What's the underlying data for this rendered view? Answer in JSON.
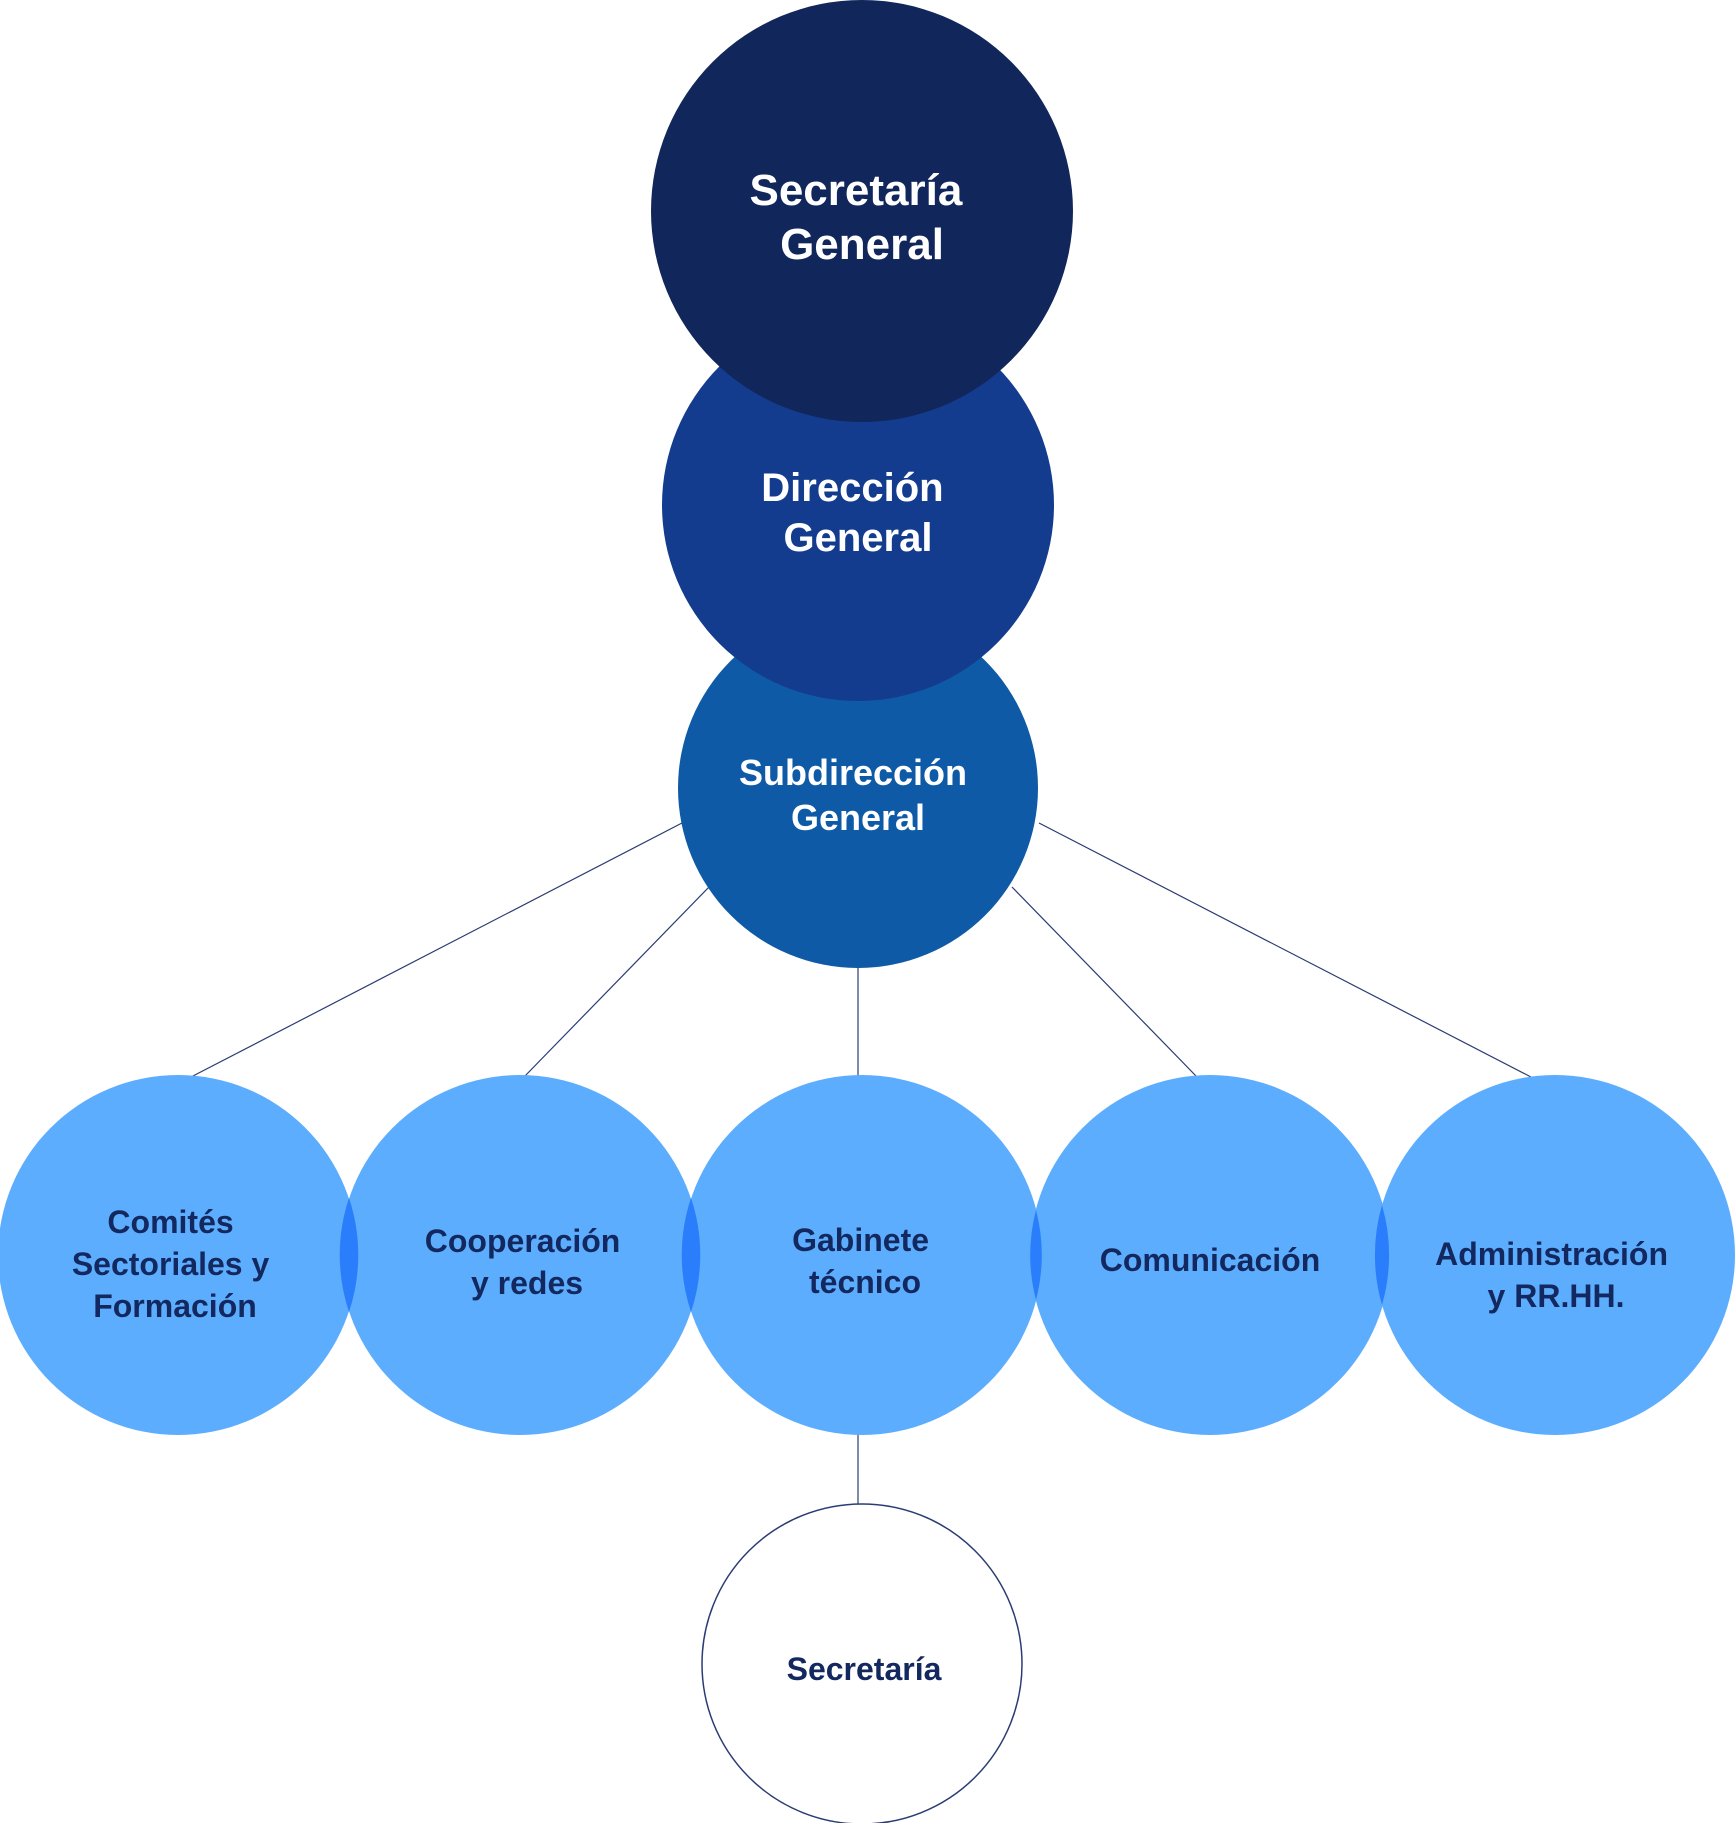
{
  "colors": {
    "secretaria_general": "#11265a",
    "direccion_general": "#143c8e",
    "subdireccion_general": "#0e5aa6",
    "department_fill": "#5dadfe",
    "department_overlap": "#2a7efb",
    "secretaria_fill": "#ffffff",
    "connector": "#2b3c74",
    "light_text": "#ffffff",
    "dark_text": "#13285e"
  },
  "nodes": {
    "secretaria_general": {
      "line1": "Secretaría",
      "line2": "General"
    },
    "direccion_general": {
      "line1": "Dirección",
      "line2": "General"
    },
    "subdireccion_general": {
      "line1": "Subdirección",
      "line2": "General"
    },
    "departments": [
      {
        "lines": [
          "Comités",
          "Sectoriales y",
          "Formación"
        ]
      },
      {
        "lines": [
          "Cooperación",
          "y redes"
        ]
      },
      {
        "lines": [
          "Gabinete",
          "técnico"
        ]
      },
      {
        "lines": [
          "Comunicación"
        ]
      },
      {
        "lines": [
          "Administración",
          "y RR.HH."
        ]
      }
    ],
    "secretaria": {
      "line1": "Secretaría"
    }
  }
}
